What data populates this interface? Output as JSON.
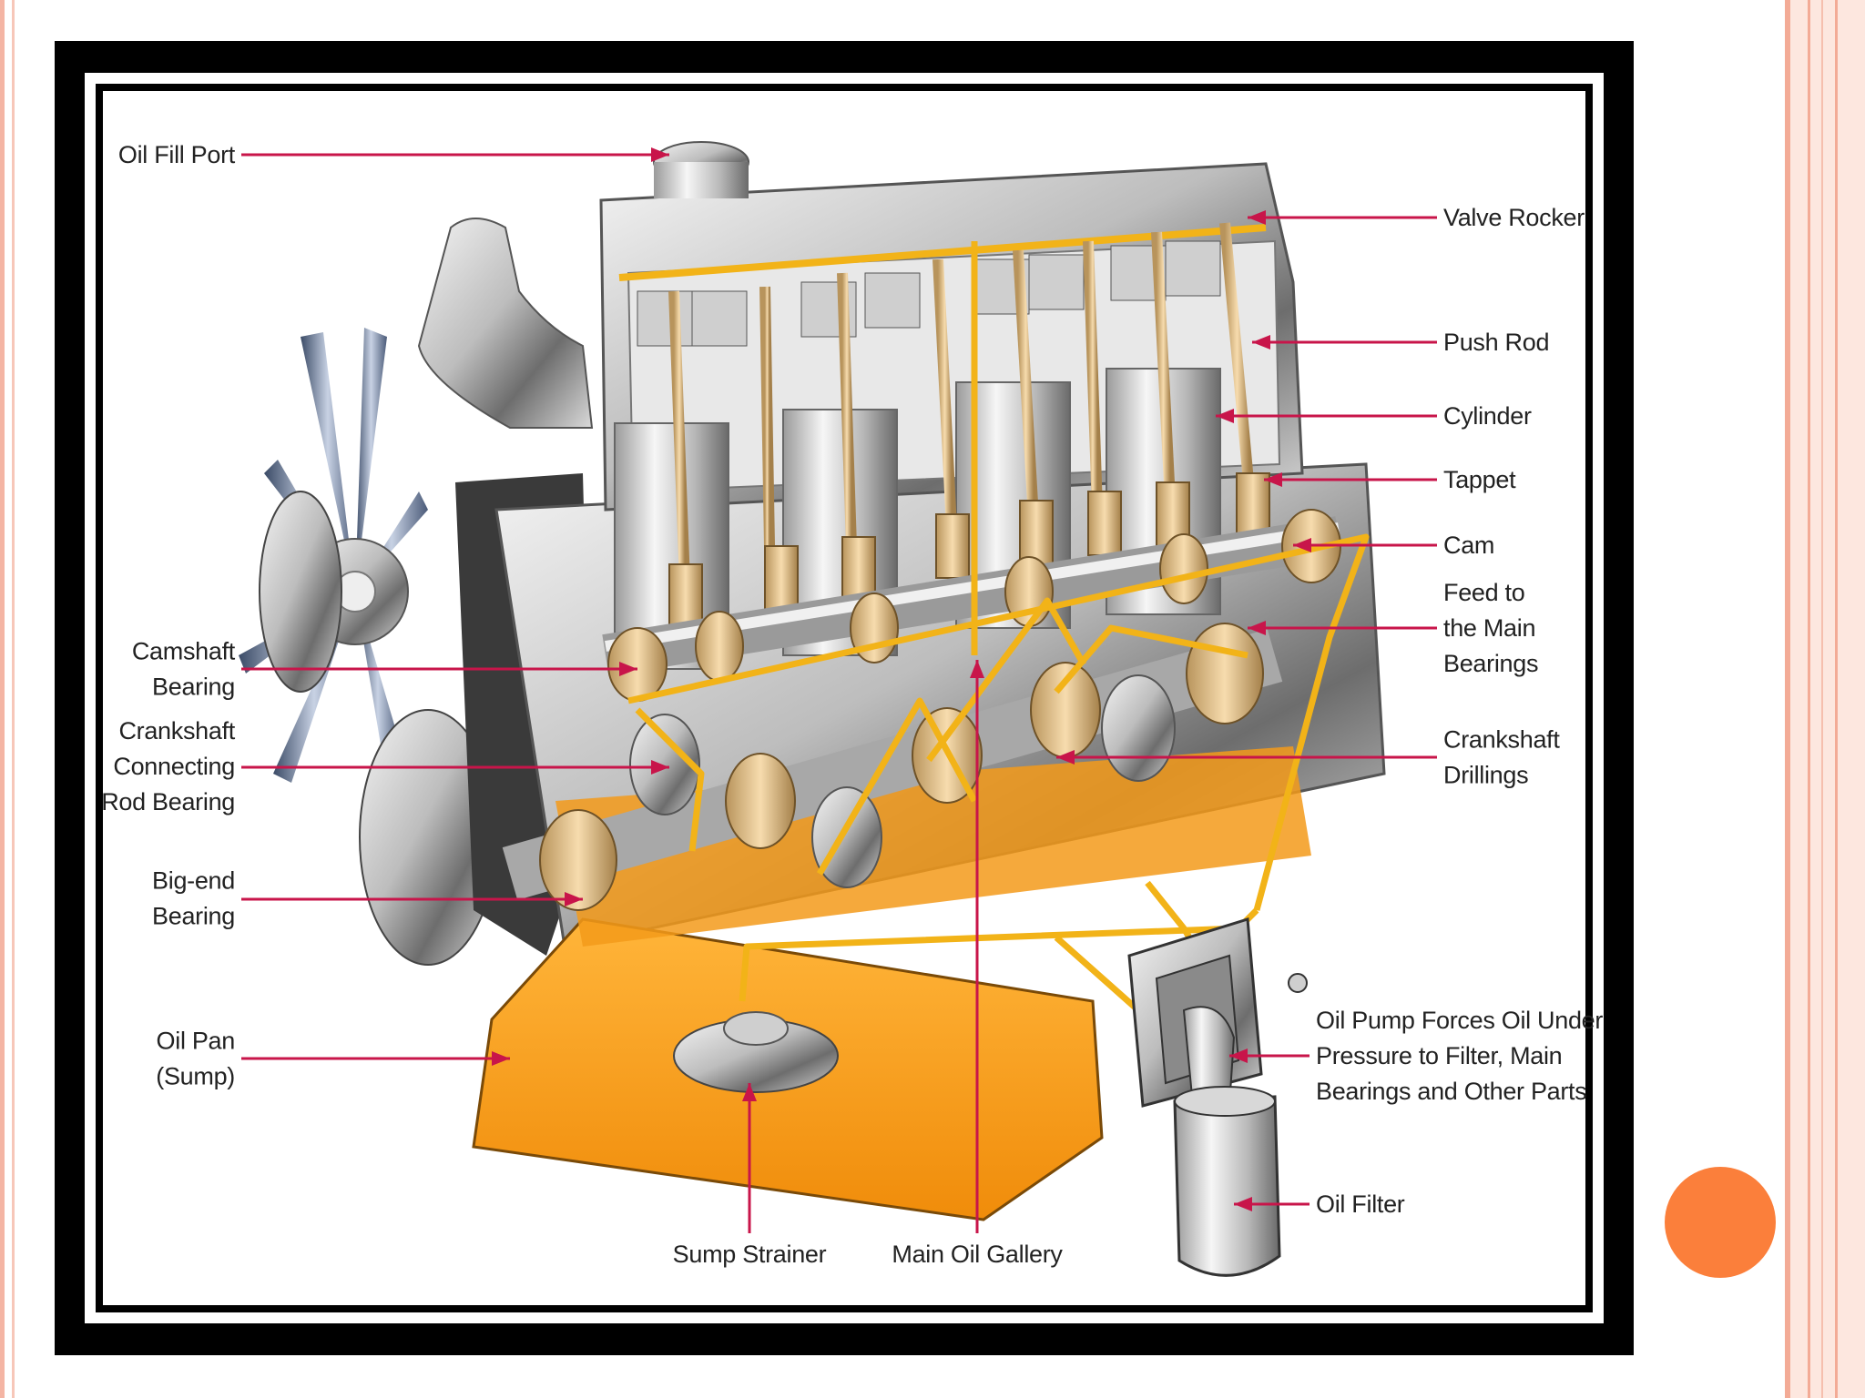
{
  "diagram": {
    "accent_color": "#c8154a",
    "oil_color": "#f2b318",
    "labels_left": [
      {
        "id": "oil-fill-port",
        "lines": [
          "Oil Fill Port"
        ]
      },
      {
        "id": "camshaft-bearing",
        "lines": [
          "Camshaft",
          "Bearing"
        ]
      },
      {
        "id": "crankshaft-connecting-rod-bearing",
        "lines": [
          "Crankshaft",
          "Connecting",
          "Rod Bearing"
        ]
      },
      {
        "id": "big-end-bearing",
        "lines": [
          "Big-end",
          "Bearing"
        ]
      },
      {
        "id": "oil-pan",
        "lines": [
          "Oil Pan",
          "(Sump)"
        ]
      }
    ],
    "labels_right": [
      {
        "id": "valve-rocker",
        "lines": [
          "Valve Rocker"
        ]
      },
      {
        "id": "push-rod",
        "lines": [
          "Push Rod"
        ]
      },
      {
        "id": "cylinder",
        "lines": [
          "Cylinder"
        ]
      },
      {
        "id": "tappet",
        "lines": [
          "Tappet"
        ]
      },
      {
        "id": "cam",
        "lines": [
          "Cam"
        ]
      },
      {
        "id": "feed-to-main-bearings",
        "lines": [
          "Feed to",
          "the Main",
          "Bearings"
        ]
      },
      {
        "id": "crankshaft-drillings",
        "lines": [
          "Crankshaft",
          "Drillings"
        ]
      },
      {
        "id": "oil-pump",
        "lines": [
          "Oil Pump Forces Oil Under",
          "Pressure to Filter, Main",
          "Bearings and Other Parts"
        ]
      },
      {
        "id": "oil-filter",
        "lines": [
          "Oil Filter"
        ]
      }
    ],
    "labels_bottom": [
      {
        "id": "sump-strainer",
        "lines": [
          "Sump Strainer"
        ]
      },
      {
        "id": "main-oil-gallery",
        "lines": [
          "Main Oil Gallery"
        ]
      }
    ]
  }
}
